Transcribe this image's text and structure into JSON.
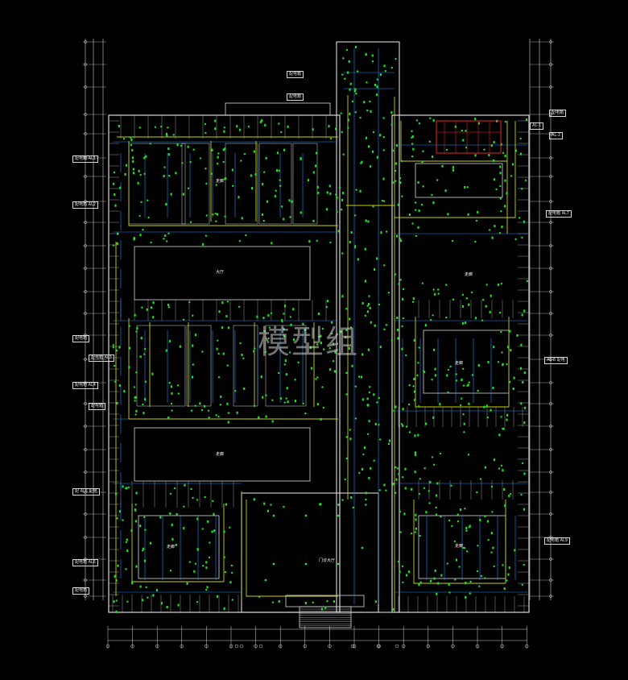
{
  "drawing": {
    "watermark": "模型组",
    "colors": {
      "background": "#000000",
      "wall": "#d9d9d9",
      "lighting_circuit": "#c8d400",
      "wiring": "#1a8cff",
      "fixture": "#22e02a",
      "highlight": "#ff2a2a",
      "grid": "#cfcfcf"
    },
    "top_notes": [
      "配电箱",
      "配电箱"
    ],
    "left_tags": [
      "配电箱 AL1",
      "配电箱 AL2",
      "配电箱",
      "配电箱 AL3",
      "配电箱 AL4",
      "配电箱",
      "配 AL5 配电",
      "配电箱 AL6",
      "配电箱"
    ],
    "right_tags": [
      "配电箱",
      "AL-1",
      "AL-2",
      "配电箱 AL7",
      "AL-8 配电",
      "配电箱 AL9"
    ],
    "room_labels": [
      "走廊",
      "大厅",
      "走廊",
      "走廊",
      "走廊",
      "走廊",
      "走廊",
      "门诊大厅"
    ]
  }
}
